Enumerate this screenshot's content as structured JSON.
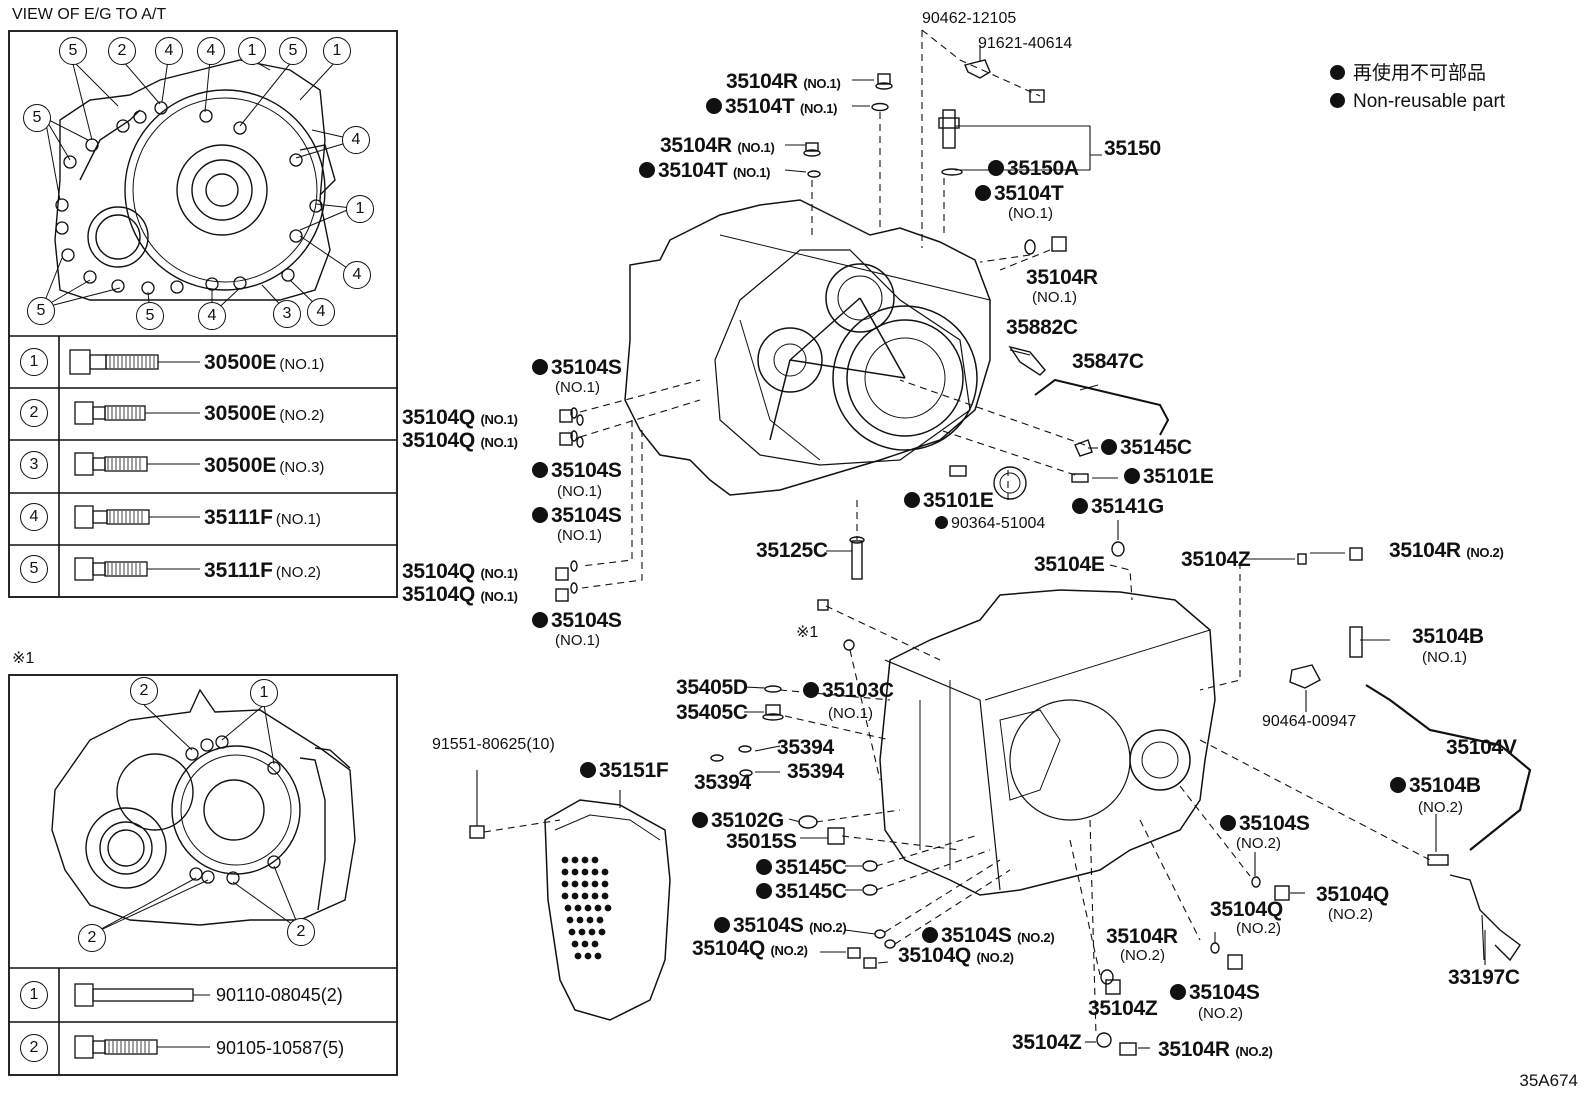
{
  "view_title": "VIEW OF E/G TO A/T",
  "ref_mark": "※1",
  "legend": {
    "jp": "再使用不可部品",
    "en": "Non-reusable part"
  },
  "corner_code": "35A674",
  "callouts": {
    "c1": "1",
    "c2": "2",
    "c3": "3",
    "c4": "4",
    "c5": "5"
  },
  "table_top": [
    {
      "num": "1",
      "part": "30500E",
      "sub": "(NO.1)"
    },
    {
      "num": "2",
      "part": "30500E",
      "sub": "(NO.2)"
    },
    {
      "num": "3",
      "part": "30500E",
      "sub": "(NO.3)"
    },
    {
      "num": "4",
      "part": "35111F",
      "sub": "(NO.1)"
    },
    {
      "num": "5",
      "part": "35111F",
      "sub": "(NO.2)"
    }
  ],
  "table_bottom": [
    {
      "num": "1",
      "part": "90110-08045(2)"
    },
    {
      "num": "2",
      "part": "90105-10587(5)"
    }
  ],
  "labels": {
    "p90462": "90462-12105",
    "p91621": "91621-40614",
    "p35104R_a": "35104R",
    "p35104R_a_sub": "(NO.1)",
    "p35104T_a": "35104T",
    "p35104T_a_sub": "(NO.1)",
    "p35104R_b": "35104R",
    "p35104R_b_sub": "(NO.1)",
    "p35104T_b": "35104T",
    "p35104T_b_sub": "(NO.1)",
    "p35150": "35150",
    "p35150A": "35150A",
    "p35104T_c": "35104T",
    "p35104T_c_sub": "(NO.1)",
    "p35104R_c": "35104R",
    "p35104R_c_sub": "(NO.1)",
    "p35882C": "35882C",
    "p35847C": "35847C",
    "p35104S_a": "35104S",
    "p35104S_a_sub": "(NO.1)",
    "p35104Q_a": "35104Q",
    "p35104Q_a_sub": "(NO.1)",
    "p35104Q_b": "35104Q",
    "p35104Q_b_sub": "(NO.1)",
    "p35104S_b": "35104S",
    "p35104S_b_sub": "(NO.1)",
    "p35104S_c": "35104S",
    "p35104S_c_sub": "(NO.1)",
    "p35104Q_c": "35104Q",
    "p35104Q_c_sub": "(NO.1)",
    "p35104Q_d": "35104Q",
    "p35104Q_d_sub": "(NO.1)",
    "p35104S_d": "35104S",
    "p35104S_d_sub": "(NO.1)",
    "p35145C_a": "35145C",
    "p35101E_a": "35101E",
    "p35101E_b": "35101E",
    "p90364": "90364-51004",
    "p35141G": "35141G",
    "p35125C": "35125C",
    "p35104E": "35104E",
    "p35104Z_a": "35104Z",
    "p35104R_d": "35104R",
    "p35104R_d_sub": "(NO.2)",
    "p35104B_a": "35104B",
    "p35104B_a_sub": "(NO.1)",
    "p90464": "90464-00947",
    "p35405D": "35405D",
    "p35103C": "35103C",
    "p35103C_sub": "(NO.1)",
    "p35405C": "35405C",
    "p91551": "91551-80625(10)",
    "p35394_a": "35394",
    "p35394_b": "35394",
    "p35394_c": "35394",
    "p35151F": "35151F",
    "p35104V": "35104V",
    "p35104B_b": "35104B",
    "p35104B_b_sub": "(NO.2)",
    "p35102G": "35102G",
    "p35015S": "35015S",
    "p35145C_b": "35145C",
    "p35145C_c": "35145C",
    "p35104S_e": "35104S",
    "p35104S_e_sub": "(NO.2)",
    "p35104Q_e": "35104Q",
    "p35104Q_e_sub": "(NO.2)",
    "p35104Q_f": "35104Q",
    "p35104Q_f_sub": "(NO.2)",
    "p35104S_f": "35104S",
    "p35104S_f_sub": "(NO.2)",
    "p35104S_g": "35104S",
    "p35104S_g_sub": "(NO.2)",
    "p35104Q_g": "35104Q",
    "p35104Q_g_sub": "(NO.2)",
    "p35104Q_h": "35104Q",
    "p35104Q_h_sub": "(NO.2)",
    "p35104R_e": "35104R",
    "p35104R_e_sub": "(NO.2)",
    "p35104S_h": "35104S",
    "p35104S_h_sub": "(NO.2)",
    "p35104Z_b": "35104Z",
    "p35104Z_c": "35104Z",
    "p35104R_f": "35104R",
    "p35104R_f_sub": "(NO.2)",
    "p33197C": "33197C"
  }
}
